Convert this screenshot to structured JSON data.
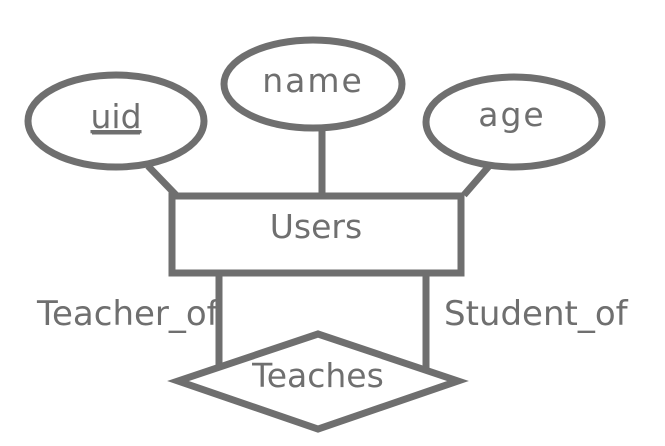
{
  "entity": {
    "label": "Users"
  },
  "attributes": [
    {
      "label": "uid",
      "key": true
    },
    {
      "label": "name",
      "key": false
    },
    {
      "label": "age",
      "key": false
    }
  ],
  "relationship": {
    "label": "Teaches"
  },
  "roles": {
    "left": "Teacher_of",
    "right": "Student_of"
  },
  "colors": {
    "stroke": "#6f6f6f",
    "text": "#6f6f6f",
    "background": "#ffffff"
  }
}
